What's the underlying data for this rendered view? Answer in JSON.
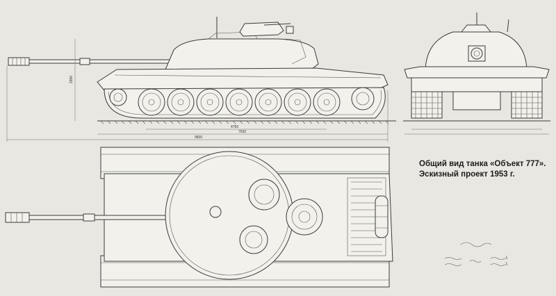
{
  "caption": {
    "line1": "Общий вид танка «Объект 777».",
    "line2": "Эскизный проект 1953 г."
  },
  "dimensions": {
    "height_side": "2950",
    "track_base": "4750",
    "hull_length": "7630",
    "total_length": "9830"
  },
  "colors": {
    "paper": "#e9e7e1",
    "ink": "#3a3a38",
    "caption_text": "#1c1c1c"
  }
}
